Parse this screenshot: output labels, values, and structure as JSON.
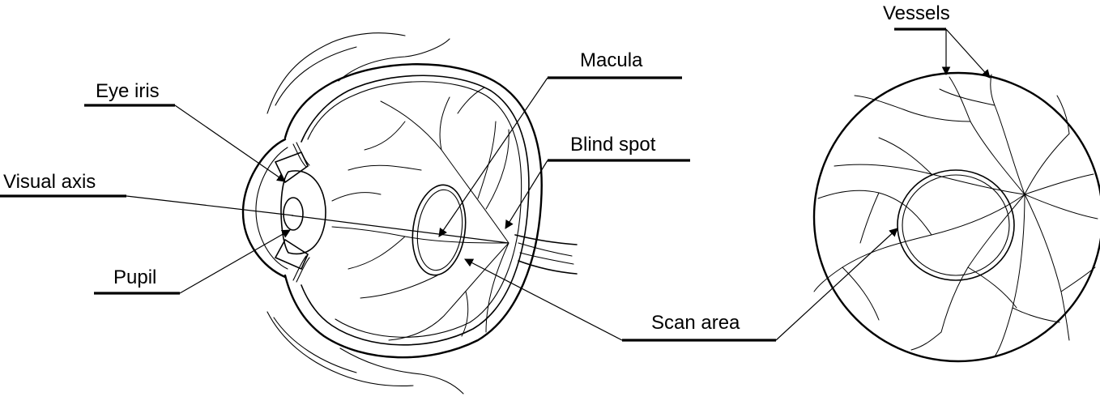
{
  "labels": {
    "eye_iris": "Eye iris",
    "visual_axis": "Visual axis",
    "pupil": "Pupil",
    "macula": "Macula",
    "blind_spot": "Blind spot",
    "scan_area": "Scan area",
    "vessels": "Vessels"
  }
}
